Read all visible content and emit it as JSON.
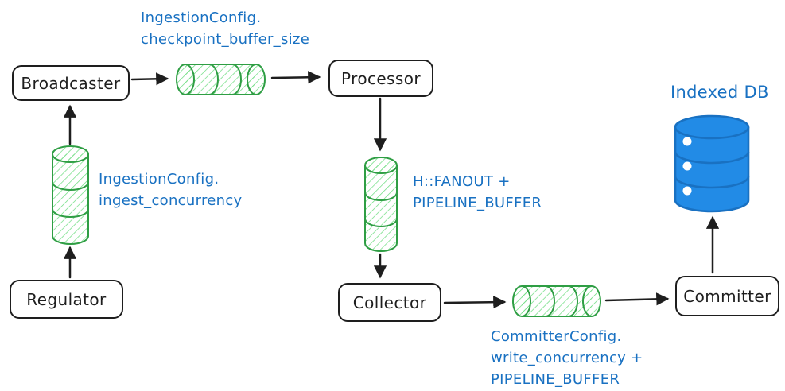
{
  "diagram": {
    "nodes": {
      "broadcaster": {
        "label": "Broadcaster"
      },
      "processor": {
        "label": "Processor"
      },
      "collector": {
        "label": "Collector"
      },
      "committer": {
        "label": "Committer"
      },
      "regulator": {
        "label": "Regulator"
      }
    },
    "buffers": {
      "checkpoint": {
        "line1": "IngestionConfig.",
        "line2": "checkpoint_buffer_size"
      },
      "ingest": {
        "line1": "IngestionConfig.",
        "line2": "ingest_concurrency"
      },
      "fanout": {
        "line1": "H::FANOUT +",
        "line2": "PIPELINE_BUFFER"
      },
      "committer_write": {
        "line1": "CommitterConfig.",
        "line2": "write_concurrency +",
        "line3": "PIPELINE_BUFFER"
      }
    },
    "database": {
      "label": "Indexed DB"
    },
    "colors": {
      "node_stroke": "#1e1e1e",
      "arrow": "#1e1e1e",
      "buffer_stroke": "#2f9e44",
      "buffer_hatch": "#69db7c",
      "label_blue": "#1971c2",
      "db_fill": "#228be6",
      "db_stroke": "#1971c2"
    }
  }
}
